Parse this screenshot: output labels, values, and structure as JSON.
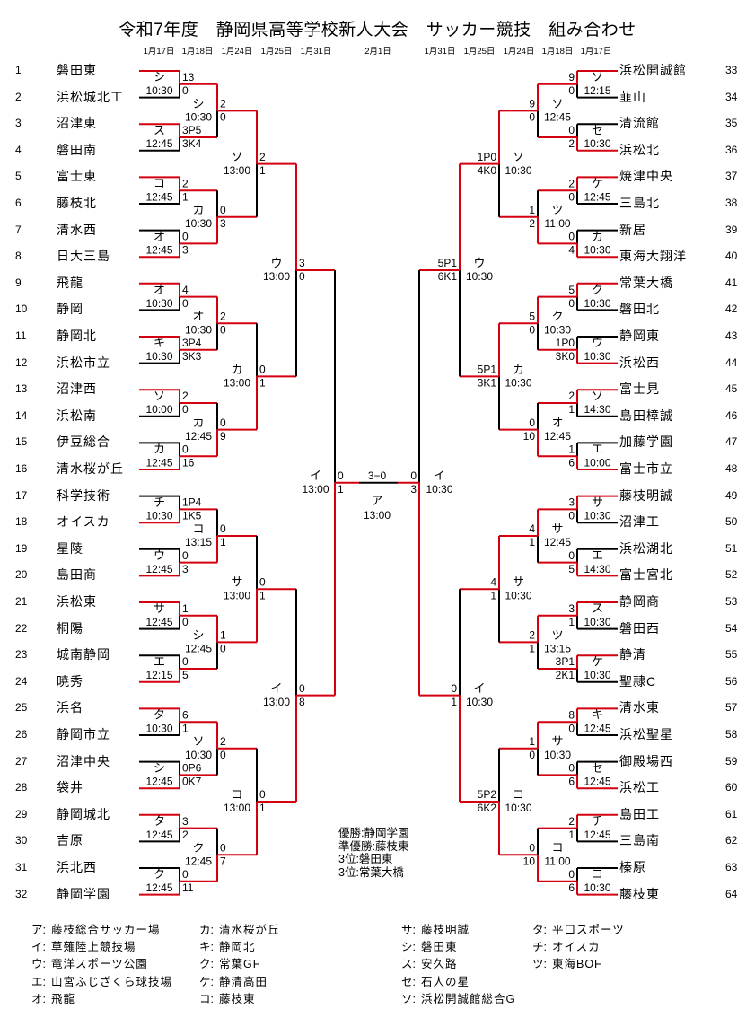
{
  "title": "令和7年度　静岡県高等学校新人大会　サッカー競技　組み合わせ",
  "dates": {
    "left": [
      "1月17日",
      "1月18日",
      "1月24日",
      "1月25日",
      "1月31日"
    ],
    "center": "2月1日",
    "right": [
      "1月31日",
      "1月25日",
      "1月24日",
      "1月18日",
      "1月17日"
    ]
  },
  "colors": {
    "winner_line": "#d40010",
    "line": "#000000"
  },
  "teams": {
    "left": [
      {
        "no": "1",
        "name": "磐田東"
      },
      {
        "no": "2",
        "name": "浜松城北工"
      },
      {
        "no": "3",
        "name": "沼津東"
      },
      {
        "no": "4",
        "name": "磐田南"
      },
      {
        "no": "5",
        "name": "富士東"
      },
      {
        "no": "6",
        "name": "藤枝北"
      },
      {
        "no": "7",
        "name": "清水西"
      },
      {
        "no": "8",
        "name": "日大三島"
      },
      {
        "no": "9",
        "name": "飛龍"
      },
      {
        "no": "10",
        "name": "静岡"
      },
      {
        "no": "11",
        "name": "静岡北"
      },
      {
        "no": "12",
        "name": "浜松市立"
      },
      {
        "no": "13",
        "name": "沼津西"
      },
      {
        "no": "14",
        "name": "浜松南"
      },
      {
        "no": "15",
        "name": "伊豆総合"
      },
      {
        "no": "16",
        "name": "清水桜が丘"
      },
      {
        "no": "17",
        "name": "科学技術"
      },
      {
        "no": "18",
        "name": "オイスカ"
      },
      {
        "no": "19",
        "name": "星陵"
      },
      {
        "no": "20",
        "name": "島田商"
      },
      {
        "no": "21",
        "name": "浜松東"
      },
      {
        "no": "22",
        "name": "桐陽"
      },
      {
        "no": "23",
        "name": "城南静岡"
      },
      {
        "no": "24",
        "name": "暁秀"
      },
      {
        "no": "25",
        "name": "浜名"
      },
      {
        "no": "26",
        "name": "静岡市立"
      },
      {
        "no": "27",
        "name": "沼津中央"
      },
      {
        "no": "28",
        "name": "袋井"
      },
      {
        "no": "29",
        "name": "静岡城北"
      },
      {
        "no": "30",
        "name": "吉原"
      },
      {
        "no": "31",
        "name": "浜北西"
      },
      {
        "no": "32",
        "name": "静岡学園"
      }
    ],
    "right": [
      {
        "no": "33",
        "name": "浜松開誠館"
      },
      {
        "no": "34",
        "name": "韮山"
      },
      {
        "no": "35",
        "name": "清流館"
      },
      {
        "no": "36",
        "name": "浜松北"
      },
      {
        "no": "37",
        "name": "焼津中央"
      },
      {
        "no": "38",
        "name": "三島北"
      },
      {
        "no": "39",
        "name": "新居"
      },
      {
        "no": "40",
        "name": "東海大翔洋"
      },
      {
        "no": "41",
        "name": "常葉大橋"
      },
      {
        "no": "42",
        "name": "磐田北"
      },
      {
        "no": "43",
        "name": "静岡東"
      },
      {
        "no": "44",
        "name": "浜松西"
      },
      {
        "no": "45",
        "name": "富士見"
      },
      {
        "no": "46",
        "name": "島田樟誠"
      },
      {
        "no": "47",
        "name": "加藤学園"
      },
      {
        "no": "48",
        "name": "富士市立"
      },
      {
        "no": "49",
        "name": "藤枝明誠"
      },
      {
        "no": "50",
        "name": "沼津工"
      },
      {
        "no": "51",
        "name": "浜松湖北"
      },
      {
        "no": "52",
        "name": "富士宮北"
      },
      {
        "no": "53",
        "name": "静岡商"
      },
      {
        "no": "54",
        "name": "磐田西"
      },
      {
        "no": "55",
        "name": "静清"
      },
      {
        "no": "56",
        "name": "聖隷C"
      },
      {
        "no": "57",
        "name": "清水東"
      },
      {
        "no": "58",
        "name": "浜松聖星"
      },
      {
        "no": "59",
        "name": "御殿場西"
      },
      {
        "no": "60",
        "name": "浜松工"
      },
      {
        "no": "61",
        "name": "島田工"
      },
      {
        "no": "62",
        "name": "三島南"
      },
      {
        "no": "63",
        "name": "榛原"
      },
      {
        "no": "64",
        "name": "藤枝東"
      }
    ]
  },
  "bracket": {
    "left": [
      [
        {
          "venue": "シ",
          "time": "10:30",
          "scores": [
            "13",
            "0"
          ],
          "winner": "top"
        },
        {
          "venue": "ス",
          "time": "12:45",
          "scores": [
            "3P5",
            "3K4"
          ],
          "winner": "top"
        },
        {
          "venue": "コ",
          "time": "12:45",
          "scores": [
            "2",
            "1"
          ],
          "winner": "top"
        },
        {
          "venue": "オ",
          "time": "12:45",
          "scores": [
            "0",
            "3"
          ],
          "winner": "bottom"
        },
        {
          "venue": "オ",
          "time": "10:30",
          "scores": [
            "4",
            "0"
          ],
          "winner": "top"
        },
        {
          "venue": "キ",
          "time": "10:30",
          "scores": [
            "3P4",
            "3K3"
          ],
          "winner": "top"
        },
        {
          "venue": "ソ",
          "time": "10:00",
          "scores": [
            "2",
            "0"
          ],
          "winner": "top"
        },
        {
          "venue": "カ",
          "time": "12:45",
          "scores": [
            "0",
            "16"
          ],
          "winner": "bottom"
        },
        {
          "venue": "チ",
          "time": "10:30",
          "scores": [
            "1P4",
            "1K5"
          ],
          "winner": "bottom"
        },
        {
          "venue": "ウ",
          "time": "12:45",
          "scores": [
            "0",
            "3"
          ],
          "winner": "bottom"
        },
        {
          "venue": "サ",
          "time": "12:45",
          "scores": [
            "1",
            "0"
          ],
          "winner": "top"
        },
        {
          "venue": "エ",
          "time": "12:15",
          "scores": [
            "0",
            "5"
          ],
          "winner": "bottom"
        },
        {
          "venue": "タ",
          "time": "10:30",
          "scores": [
            "6",
            "1"
          ],
          "winner": "top"
        },
        {
          "venue": "シ",
          "time": "12:45",
          "scores": [
            "0P6",
            "0K7"
          ],
          "winner": "bottom"
        },
        {
          "venue": "タ",
          "time": "12:45",
          "scores": [
            "3",
            "2"
          ],
          "winner": "top"
        },
        {
          "venue": "ク",
          "time": "12:45",
          "scores": [
            "0",
            "11"
          ],
          "winner": "bottom"
        }
      ],
      [
        {
          "venue": "シ",
          "time": "10:30",
          "scores": [
            "2",
            "0"
          ],
          "winner": "top"
        },
        {
          "venue": "カ",
          "time": "10:30",
          "scores": [
            "0",
            "3"
          ],
          "winner": "bottom"
        },
        {
          "venue": "オ",
          "time": "10:30",
          "scores": [
            "2",
            "0"
          ],
          "winner": "top"
        },
        {
          "venue": "カ",
          "time": "12:45",
          "scores": [
            "0",
            "9"
          ],
          "winner": "bottom"
        },
        {
          "venue": "コ",
          "time": "13:15",
          "scores": [
            "0",
            "1"
          ],
          "winner": "bottom"
        },
        {
          "venue": "シ",
          "time": "12:45",
          "scores": [
            "1",
            "0"
          ],
          "winner": "top"
        },
        {
          "venue": "ソ",
          "time": "10:30",
          "scores": [
            "2",
            "0"
          ],
          "winner": "top"
        },
        {
          "venue": "ク",
          "time": "12:45",
          "scores": [
            "0",
            "7"
          ],
          "winner": "bottom"
        }
      ],
      [
        {
          "venue": "ソ",
          "time": "13:00",
          "scores": [
            "2",
            "1"
          ],
          "winner": "top"
        },
        {
          "venue": "カ",
          "time": "13:00",
          "scores": [
            "0",
            "1"
          ],
          "winner": "bottom"
        },
        {
          "venue": "サ",
          "time": "13:00",
          "scores": [
            "0",
            "1"
          ],
          "winner": "bottom"
        },
        {
          "venue": "コ",
          "time": "13:00",
          "scores": [
            "0",
            "1"
          ],
          "winner": "bottom"
        }
      ],
      [
        {
          "venue": "ウ",
          "time": "13:00",
          "scores": [
            "3",
            "0"
          ],
          "winner": "top"
        },
        {
          "venue": "イ",
          "time": "13:00",
          "scores": [
            "0",
            "8"
          ],
          "winner": "bottom"
        }
      ],
      [
        {
          "venue": "イ",
          "time": "13:00",
          "scores": [
            "0",
            "1"
          ],
          "winner": "bottom"
        }
      ]
    ],
    "right": [
      [
        {
          "venue": "ソ",
          "time": "12:15",
          "scores": [
            "9",
            "0"
          ],
          "winner": "top"
        },
        {
          "venue": "セ",
          "time": "10:30",
          "scores": [
            "0",
            "2"
          ],
          "winner": "bottom"
        },
        {
          "venue": "ケ",
          "time": "12:45",
          "scores": [
            "2",
            "0"
          ],
          "winner": "top"
        },
        {
          "venue": "カ",
          "time": "10:30",
          "scores": [
            "0",
            "4"
          ],
          "winner": "bottom"
        },
        {
          "venue": "ク",
          "time": "10:30",
          "scores": [
            "5",
            "0"
          ],
          "winner": "top"
        },
        {
          "venue": "ウ",
          "time": "10:30",
          "scores": [
            "1P0",
            "3K0"
          ],
          "winner": "bottom"
        },
        {
          "venue": "ソ",
          "time": "14:30",
          "scores": [
            "2",
            "1"
          ],
          "winner": "top"
        },
        {
          "venue": "エ",
          "time": "10:00",
          "scores": [
            "1",
            "6"
          ],
          "winner": "bottom"
        },
        {
          "venue": "サ",
          "time": "10:30",
          "scores": [
            "3",
            "0"
          ],
          "winner": "top"
        },
        {
          "venue": "エ",
          "time": "14:30",
          "scores": [
            "0",
            "5"
          ],
          "winner": "bottom"
        },
        {
          "venue": "ス",
          "time": "10:30",
          "scores": [
            "3",
            "1"
          ],
          "winner": "top"
        },
        {
          "venue": "ケ",
          "time": "10:30",
          "scores": [
            "3P1",
            "2K1"
          ],
          "winner": "top"
        },
        {
          "venue": "キ",
          "time": "12:45",
          "scores": [
            "8",
            "0"
          ],
          "winner": "top"
        },
        {
          "venue": "セ",
          "time": "12:45",
          "scores": [
            "0",
            "6"
          ],
          "winner": "bottom"
        },
        {
          "venue": "チ",
          "time": "12:45",
          "scores": [
            "2",
            "1"
          ],
          "winner": "top"
        },
        {
          "venue": "コ",
          "time": "10:30",
          "scores": [
            "0",
            "6"
          ],
          "winner": "bottom"
        }
      ],
      [
        {
          "venue": "ソ",
          "time": "12:45",
          "scores": [
            "9",
            "0"
          ],
          "winner": "top"
        },
        {
          "venue": "ツ",
          "time": "11:00",
          "scores": [
            "1",
            "2"
          ],
          "winner": "bottom"
        },
        {
          "venue": "ク",
          "time": "10:30",
          "scores": [
            "5",
            "0"
          ],
          "winner": "top"
        },
        {
          "venue": "オ",
          "time": "12:45",
          "scores": [
            "0",
            "10"
          ],
          "winner": "bottom"
        },
        {
          "venue": "サ",
          "time": "12:45",
          "scores": [
            "4",
            "1"
          ],
          "winner": "top"
        },
        {
          "venue": "ツ",
          "time": "13:15",
          "scores": [
            "2",
            "1"
          ],
          "winner": "top"
        },
        {
          "venue": "サ",
          "time": "10:30",
          "scores": [
            "1",
            "0"
          ],
          "winner": "top"
        },
        {
          "venue": "コ",
          "time": "11:00",
          "scores": [
            "0",
            "10"
          ],
          "winner": "bottom"
        }
      ],
      [
        {
          "venue": "ソ",
          "time": "10:30",
          "scores": [
            "1P0",
            "4K0"
          ],
          "winner": "top"
        },
        {
          "venue": "カ",
          "time": "10:30",
          "scores": [
            "5P1",
            "3K1"
          ],
          "winner": "top"
        },
        {
          "venue": "サ",
          "time": "10:30",
          "scores": [
            "4",
            "1"
          ],
          "winner": "top"
        },
        {
          "venue": "コ",
          "time": "10:30",
          "scores": [
            "5P2",
            "6K2"
          ],
          "winner": "bottom"
        }
      ],
      [
        {
          "venue": "ウ",
          "time": "10:30",
          "scores": [
            "5P1",
            "6K1"
          ],
          "winner": "top"
        },
        {
          "venue": "イ",
          "time": "10:30",
          "scores": [
            "0",
            "1"
          ],
          "winner": "bottom"
        }
      ],
      [
        {
          "venue": "イ",
          "time": "10:30",
          "scores": [
            "0",
            "3"
          ],
          "winner": "bottom"
        }
      ]
    ],
    "final": {
      "venue": "ア",
      "time": "13:00",
      "score": "3−0"
    }
  },
  "results": [
    "優勝:静岡学園",
    "準優勝:藤枝東",
    "3位:磐田東",
    "3位:常葉大橋"
  ],
  "venues": [
    [
      {
        "code": "ア:",
        "name": "藤枝総合サッカー場"
      },
      {
        "code": "イ:",
        "name": "草薙陸上競技場"
      },
      {
        "code": "ウ:",
        "name": "竜洋スポーツ公園"
      },
      {
        "code": "エ:",
        "name": "山宮ふじざくら球技場"
      },
      {
        "code": "オ:",
        "name": "飛龍"
      }
    ],
    [
      {
        "code": "カ:",
        "name": "清水桜が丘"
      },
      {
        "code": "キ:",
        "name": "静岡北"
      },
      {
        "code": "ク:",
        "name": "常葉GF"
      },
      {
        "code": "ケ:",
        "name": "静清高田"
      },
      {
        "code": "コ:",
        "name": "藤枝東"
      }
    ],
    [
      {
        "code": "サ:",
        "name": "藤枝明誠"
      },
      {
        "code": "シ:",
        "name": "磐田東"
      },
      {
        "code": "ス:",
        "name": "安久路"
      },
      {
        "code": "セ:",
        "name": "石人の星"
      },
      {
        "code": "ソ:",
        "name": "浜松開誠館総合G"
      }
    ],
    [
      {
        "code": "タ:",
        "name": "平口スポーツ"
      },
      {
        "code": "チ:",
        "name": "オイスカ"
      },
      {
        "code": "ツ:",
        "name": "東海BOF"
      }
    ]
  ]
}
